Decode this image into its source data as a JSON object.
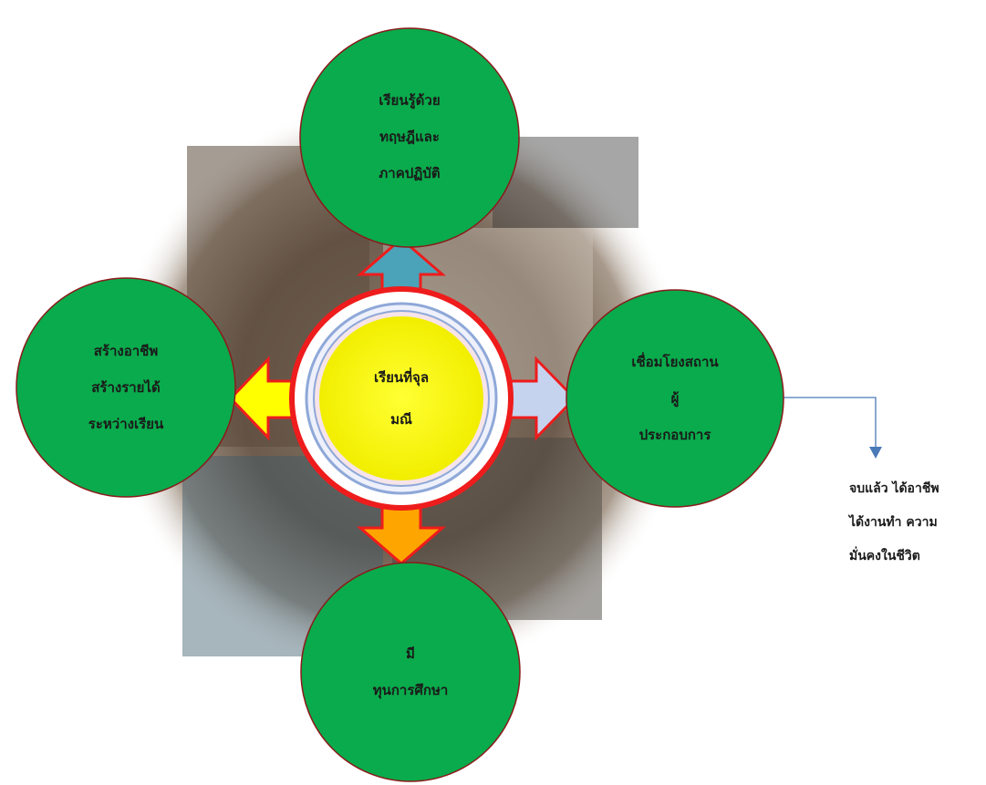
{
  "colors": {
    "node_green": "#0aab4c",
    "center_yellow": "#ffff00",
    "ring_red": "#ee1c1c",
    "arrow_up": "#4aa3b8",
    "arrow_left": "#ffff00",
    "arrow_right": "#c5d3ef",
    "arrow_down": "#ffa500",
    "connector": "#4a7ab8"
  },
  "center": {
    "lines": [
      "เรียนที่จุล",
      "มณี"
    ]
  },
  "nodes": {
    "top": {
      "lines": [
        "เรียนรู้ด้วย",
        "ทฤษฎีและ",
        "ภาคปฏิบัติ"
      ]
    },
    "left": {
      "lines": [
        "สร้างอาชีพ",
        "สร้างรายได้",
        "ระหว่างเรียน"
      ]
    },
    "right": {
      "lines": [
        "เชื่อมโยงสถาน",
        "ผู้",
        "ประกอบการ"
      ]
    },
    "bottom": {
      "lines": [
        "มี",
        "ทุนการศึกษา"
      ]
    }
  },
  "result": {
    "lines": [
      "จบแล้ว ได้อาชีพ",
      "ได้งานทำ ความ",
      "มั่นคงในชีวิต"
    ]
  }
}
